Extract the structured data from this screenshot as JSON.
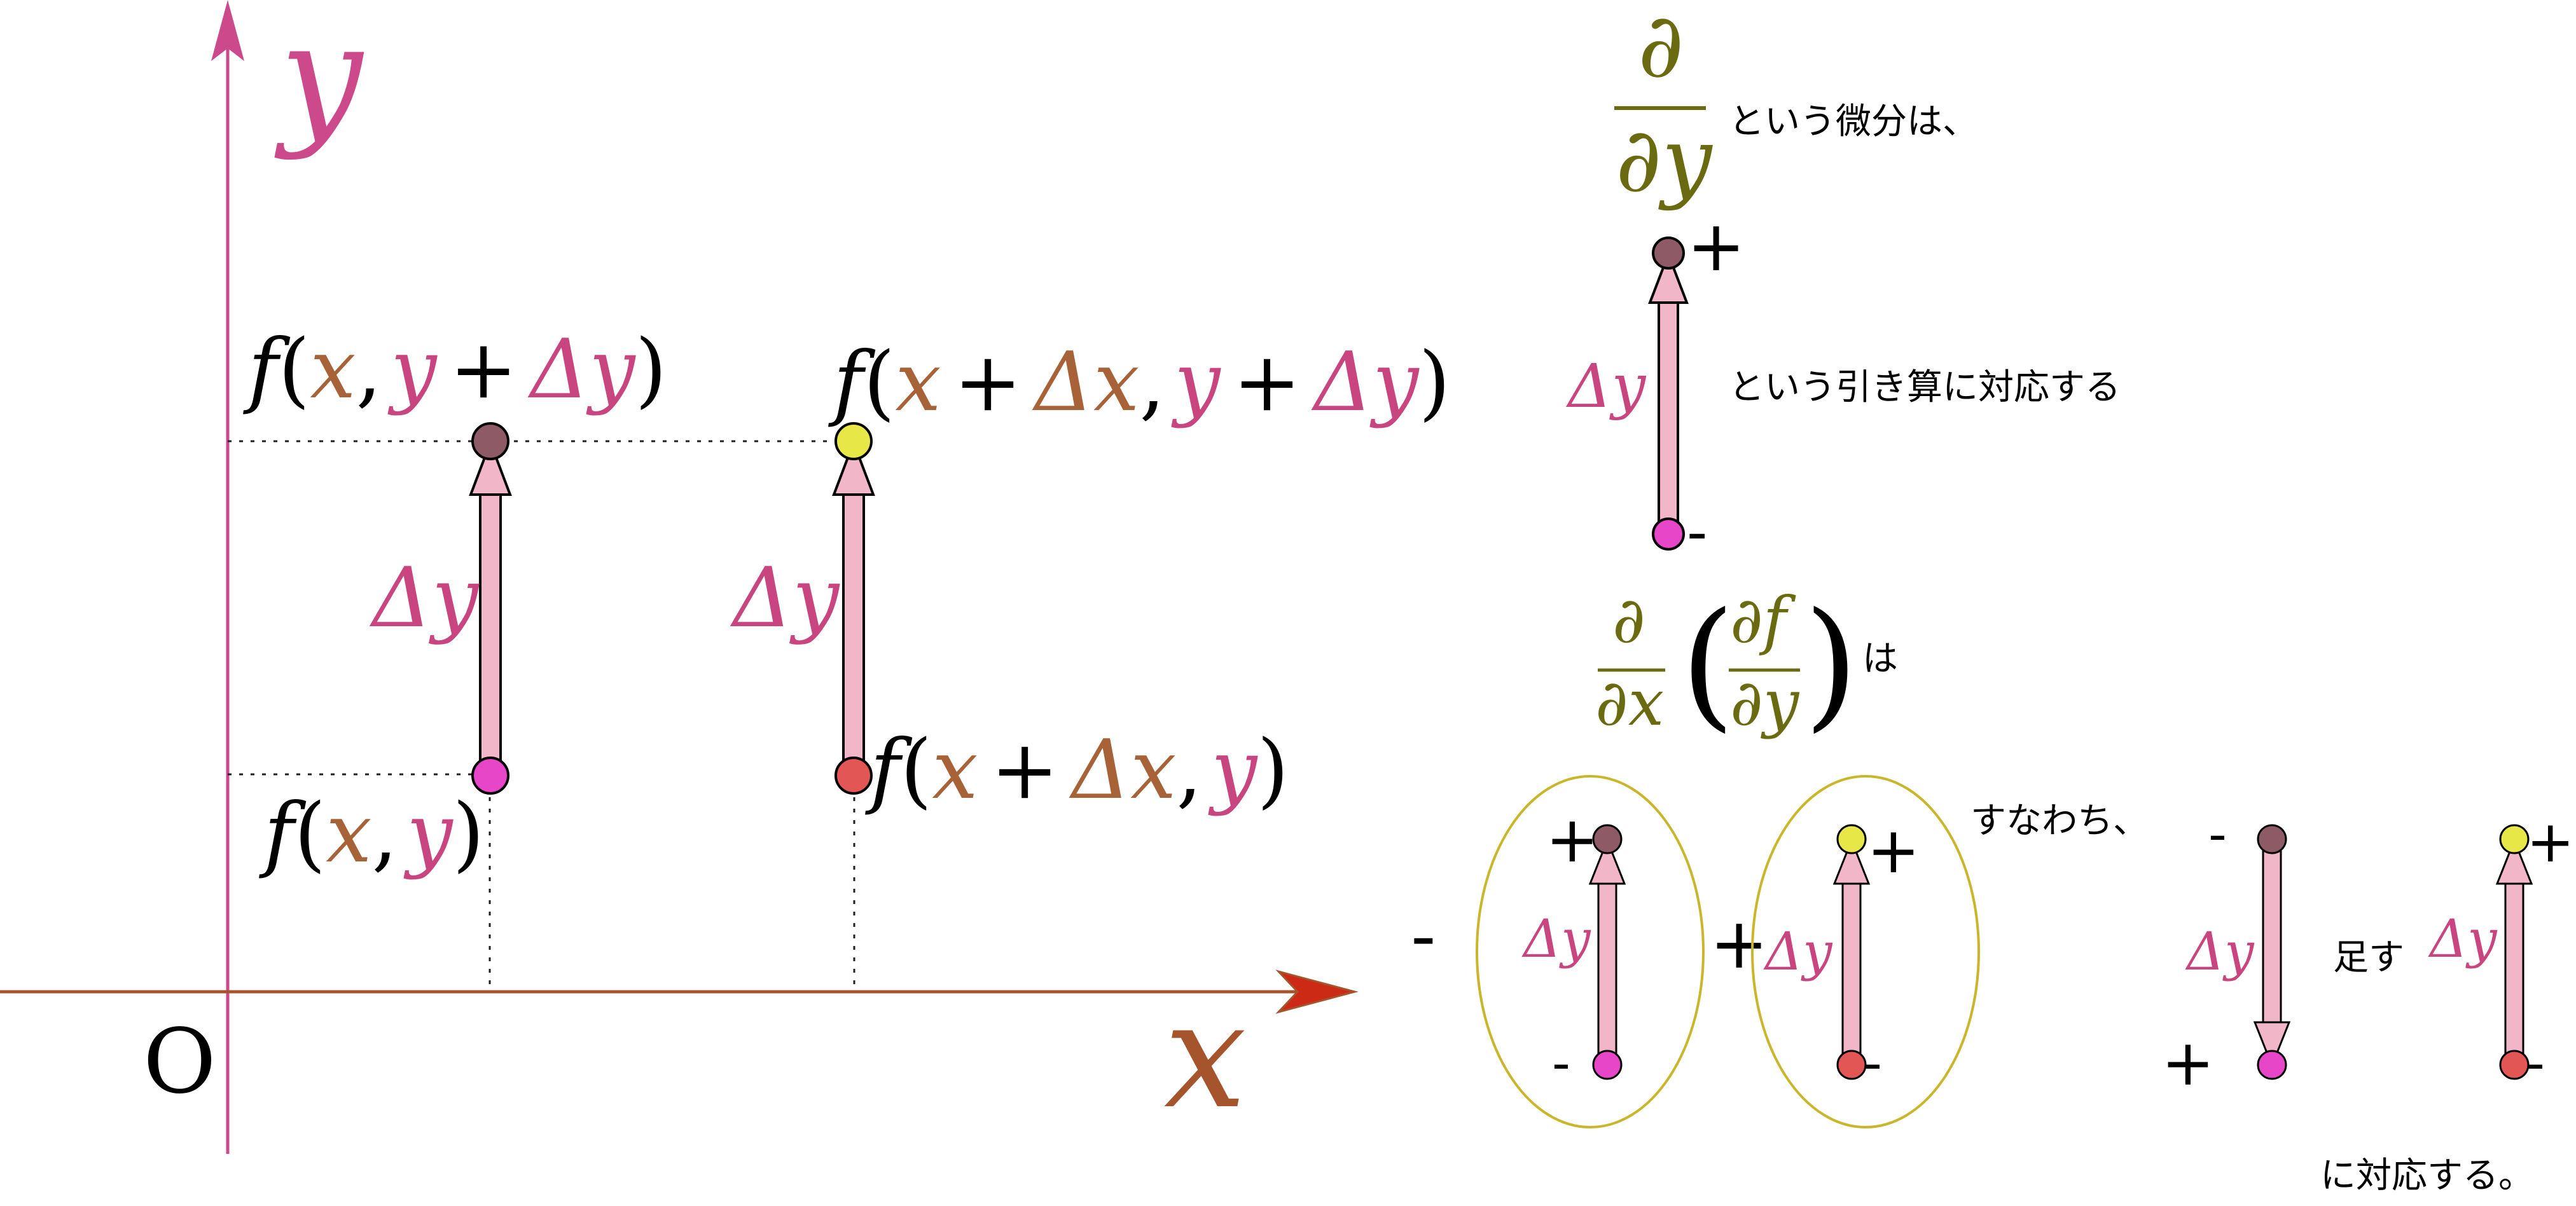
{
  "colors": {
    "y_axis": "#cc4a8b",
    "x_axis": "#a5542c",
    "x_arrowhead": "#cc2a14",
    "var_x": "#a86237",
    "var_y": "#c8457f",
    "operator_olive": "#6a6a10",
    "arrow_fill": "#f1b6c8",
    "ellipse": "#c9b62a",
    "dot_top_left": "#8e5a66",
    "dot_top_right": "#e7e748",
    "dot_bottom_left": "#e746c9",
    "dot_bottom_right": "#e35656",
    "text": "#000000"
  },
  "axes": {
    "y_label": "y",
    "x_label": "x",
    "origin_label": "O"
  },
  "points": {
    "top_left": {
      "f": "f",
      "open": "(",
      "x": "x",
      "comma": ",",
      "y": "y",
      "plus": "+",
      "delta": "Δy",
      "close": ")"
    },
    "top_right": {
      "f": "f",
      "open": "(",
      "x": "x",
      "plus1": "+",
      "dx": "Δx",
      "comma": ",",
      "y": "y",
      "plus2": "+",
      "dy": "Δy",
      "close": ")"
    },
    "bottom_left": {
      "f": "f",
      "open": "(",
      "x": "x",
      "comma": ",",
      "y": "y",
      "close": ")"
    },
    "bottom_right": {
      "f": "f",
      "open": "(",
      "x": "x",
      "plus": "+",
      "dx": "Δx",
      "comma": ",",
      "y": "y",
      "close": ")"
    }
  },
  "labels": {
    "delta_y": "Δy",
    "partial": "∂",
    "partial_y": "∂y",
    "partial_x": "∂x",
    "partial_f": "∂f",
    "paren_open": "(",
    "paren_close": ")",
    "plus": "+",
    "minus": "-"
  },
  "text": {
    "line1": "という微分は、",
    "line2": "という引き算に対応する",
    "line3": "は",
    "line4": "すなわち、",
    "line5": "足す",
    "line6": "に対応する。"
  }
}
